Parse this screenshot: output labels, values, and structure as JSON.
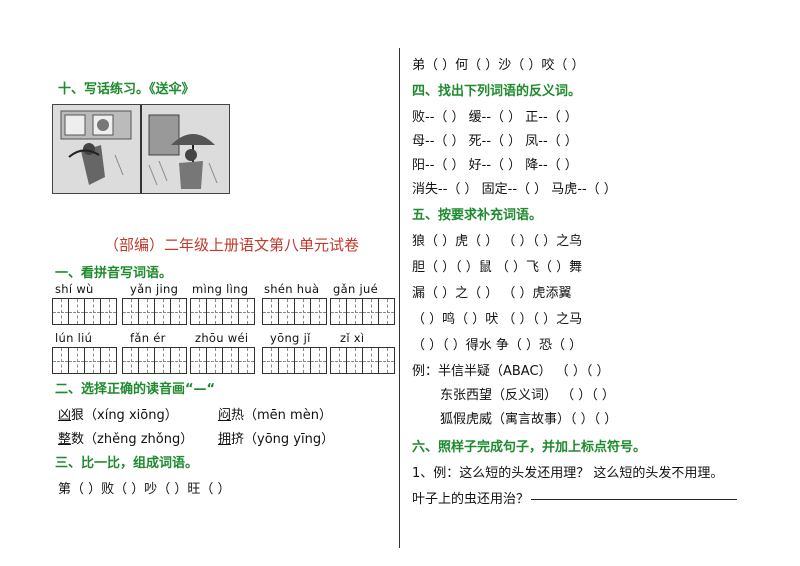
{
  "left": {
    "sec10_title": "十、写话练习。《送伞》",
    "paper_title": "（部编）二年级上册语文第八单元试卷",
    "sec1_title": "一、看拼音写词语。",
    "pinyin_row1": [
      "shí wù",
      "yǎn jing",
      "mìng lìng",
      "shén huà",
      "gǎn jué"
    ],
    "pinyin_row2": [
      "lún liú",
      "fǎn ér",
      "zhōu wéi",
      "yōng jǐ",
      "zǐ xì"
    ],
    "sec2_title": "二、选择正确的读音画“—“",
    "sec2_items": [
      {
        "char": "凶",
        "rest": "狠（xíng  xiōng）"
      },
      {
        "char": "闷",
        "rest": "热（mēn   mèn）"
      },
      {
        "char": "整",
        "rest": "数（zhěng  zhǒng）"
      },
      {
        "char": "拥",
        "rest": "挤（yōng  yīng）"
      }
    ],
    "sec3_title": "三、比一比，组成词语。",
    "sec3_row": "第（       ）败（       ）吵（       ）旺（       ）"
  },
  "right": {
    "top_row": "弟（       ）何（       ）沙（       ）咬（       ）",
    "sec4_title": "四、找出下列词语的反义词。",
    "sec4_rows": [
      "败--（      ）      缓--（      ）      正--（      ）",
      "母--（      ）      死--（      ）      凤--（      ）",
      "阳--（      ）      好--（      ）      降--（      ）",
      "消失--（      ）   固定--（      ）   马虎--（      ）"
    ],
    "sec5_title": "五、按要求补充词语。",
    "sec5_rows": [
      "狼（    ）虎（    ）          （    ）（    ）之鸟",
      "胆（    ）（    ）鼠          （    ）飞（    ）舞",
      "漏（    ）之（    ）          （    ）虎添翼",
      "（    ）鸣（    ）吠          （    ）（    ）之马",
      "（    ）（    ）得水          争（    ）恐（    ）"
    ],
    "example_rows": [
      "例：半信半疑（ABAC）   （          ）（          ）",
      "东张西望（反义词）   （          ）（          ）",
      "狐假虎威（寓言故事）（          ）（          ）"
    ],
    "sec6_title": "六、照样子完成句子，并加上标点符号。",
    "sec6_example": "1、例：这么短的头发还用理？ 这么短的头发不用理。",
    "sec6_question": "叶子上的虫还用治？"
  }
}
